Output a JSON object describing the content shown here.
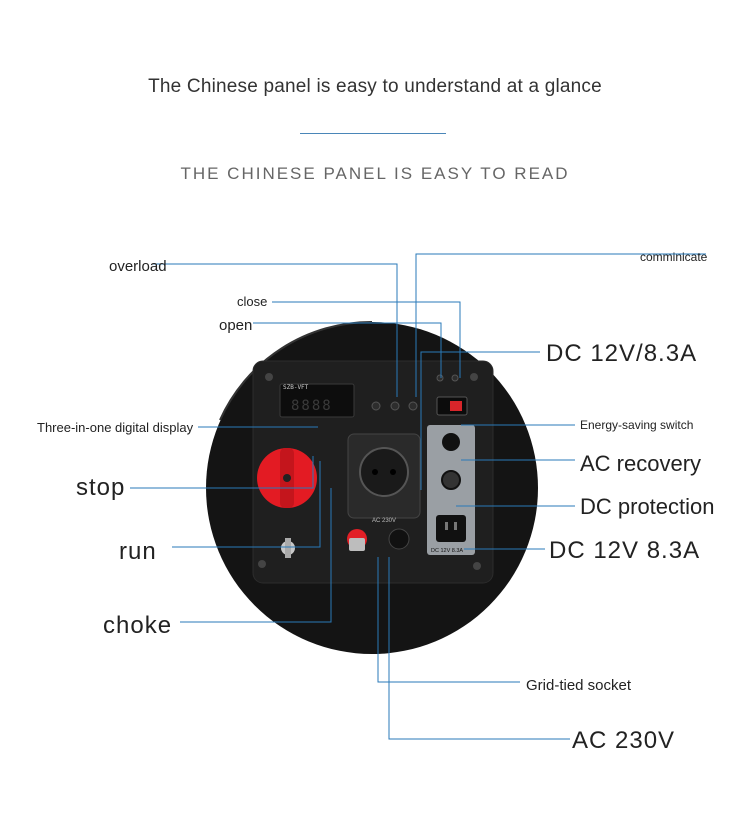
{
  "header": {
    "title": "The Chinese panel is easy to understand at a glance",
    "subtitle": "THE CHINESE PANEL IS EASY TO READ"
  },
  "callouts": {
    "overload": "overload",
    "close": "close",
    "open": "open",
    "display": "Three-in-one digital display",
    "stop": "stop",
    "run": "run",
    "choke": "choke",
    "communicate": "comminicate",
    "dc_top": "DC 12V/8.3A",
    "energy_saving": "Energy-saving switch",
    "ac_recovery": "AC recovery",
    "dc_protection": "DC protection",
    "dc_bottom": "DC 12V 8.3A",
    "grid_socket": "Grid-tied socket",
    "ac230": "AC 230V"
  },
  "panel": {
    "display_brand": "SZB-VFT",
    "display_digits": "8888",
    "dc_socket_label": "DC 12V 8.3A",
    "ac_socket_label": "AC 230V"
  },
  "colors": {
    "accent_line": "#2a7ab8",
    "knob": "#e31b23",
    "panel_body": "#1c1c1c"
  }
}
